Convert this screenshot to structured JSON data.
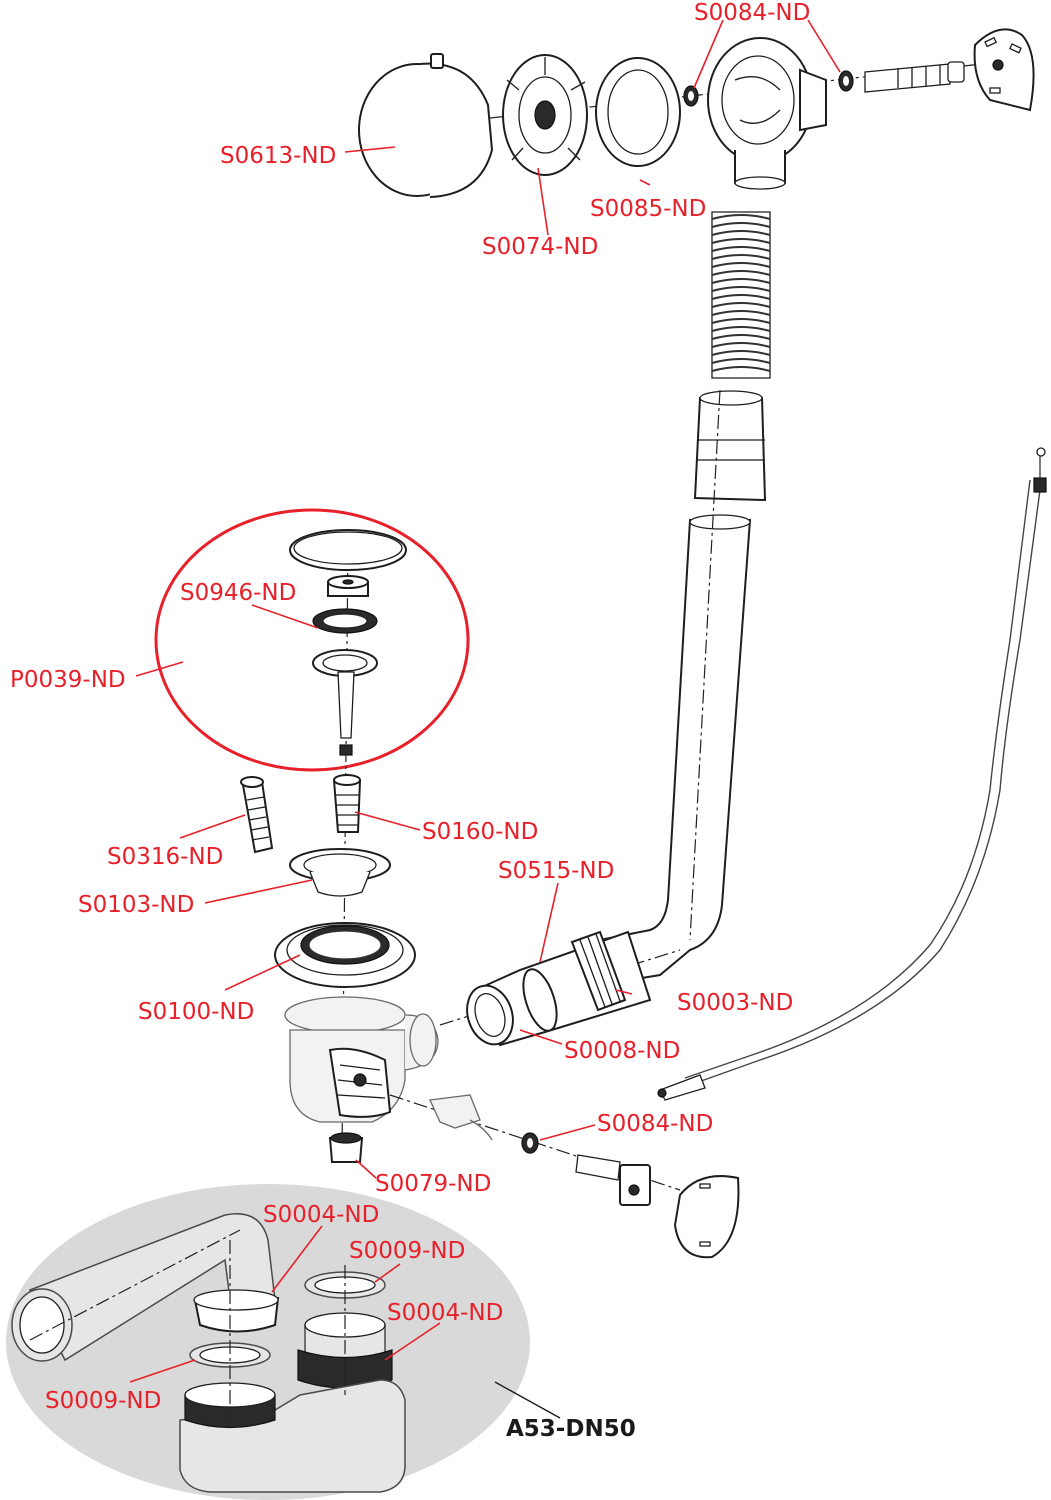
{
  "labels": {
    "s0084_top": "S0084-ND",
    "s0613": "S0613-ND",
    "s0085": "S0085-ND",
    "s0074": "S0074-ND",
    "s0946": "S0946-ND",
    "p0039": "P0039-ND",
    "s0316": "S0316-ND",
    "s0160": "S0160-ND",
    "s0515": "S0515-ND",
    "s0103": "S0103-ND",
    "s0003": "S0003-ND",
    "s0100": "S0100-ND",
    "s0008": "S0008-ND",
    "s0084_bottom": "S0084-ND",
    "s0079": "S0079-ND",
    "s0004_top": "S0004-ND",
    "s0009_top": "S0009-ND",
    "s0004_right": "S0004-ND",
    "s0009_left": "S0009-ND",
    "a53": "A53-DN50"
  },
  "colors": {
    "label": "#e8202a",
    "highlight_circle": "#e8202a",
    "inset_background": "#d9d9d9",
    "line_art": "#1e1e1e"
  }
}
